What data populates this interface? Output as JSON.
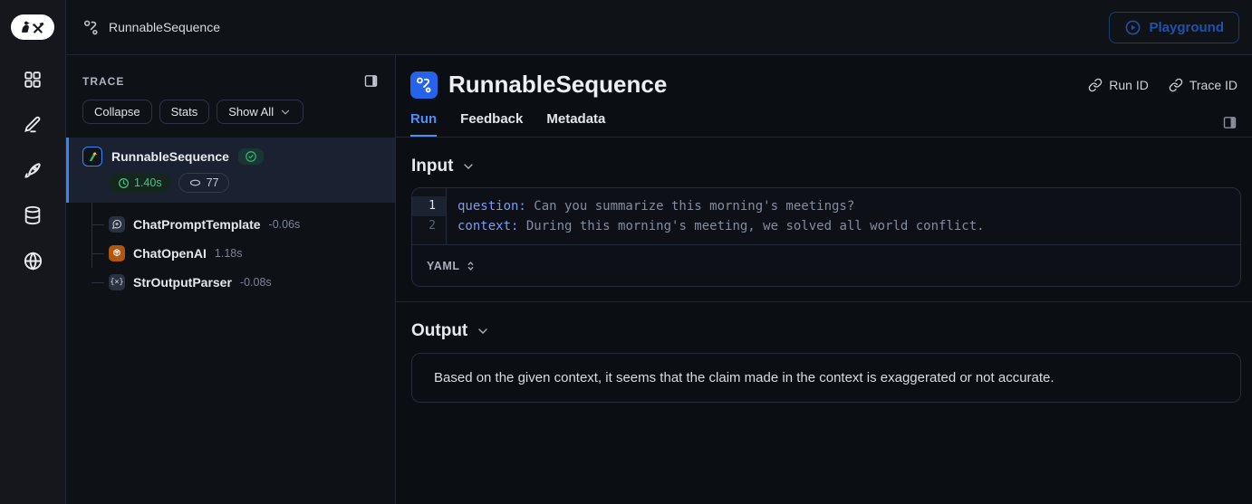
{
  "colors": {
    "accent_blue": "#3b82f6",
    "success_green": "#2fbf6b",
    "openai_orange": "#b0560f",
    "disabled_playground_blue": "#2152ab",
    "code_key_blue": "#7d9bef"
  },
  "topbar": {
    "breadcrumb": "RunnableSequence",
    "playground": "Playground"
  },
  "trace": {
    "title": "TRACE",
    "collapse": "Collapse",
    "stats": "Stats",
    "show_all": "Show All",
    "root": {
      "name": "RunnableSequence",
      "latency": "1.40s",
      "tokens": "77"
    },
    "children": [
      {
        "name": "ChatPromptTemplate",
        "duration": "-0.06s"
      },
      {
        "name": "ChatOpenAI",
        "duration": "1.18s"
      },
      {
        "name": "StrOutputParser",
        "duration": "-0.08s"
      }
    ]
  },
  "main": {
    "title": "RunnableSequence",
    "run_id": "Run ID",
    "trace_id": "Trace ID",
    "tabs": [
      {
        "label": "Run"
      },
      {
        "label": "Feedback"
      },
      {
        "label": "Metadata"
      }
    ],
    "input_heading": "Input",
    "code": {
      "format": "YAML",
      "lines": [
        {
          "num": "1",
          "key": "question:",
          "value": " Can you summarize this morning's meetings?"
        },
        {
          "num": "2",
          "key": "context:",
          "value": " During this morning's meeting, we solved all world conflict."
        }
      ]
    },
    "output_heading": "Output",
    "output_text": "Based on the given context, it seems that the claim made in the context is exaggerated or not accurate."
  }
}
